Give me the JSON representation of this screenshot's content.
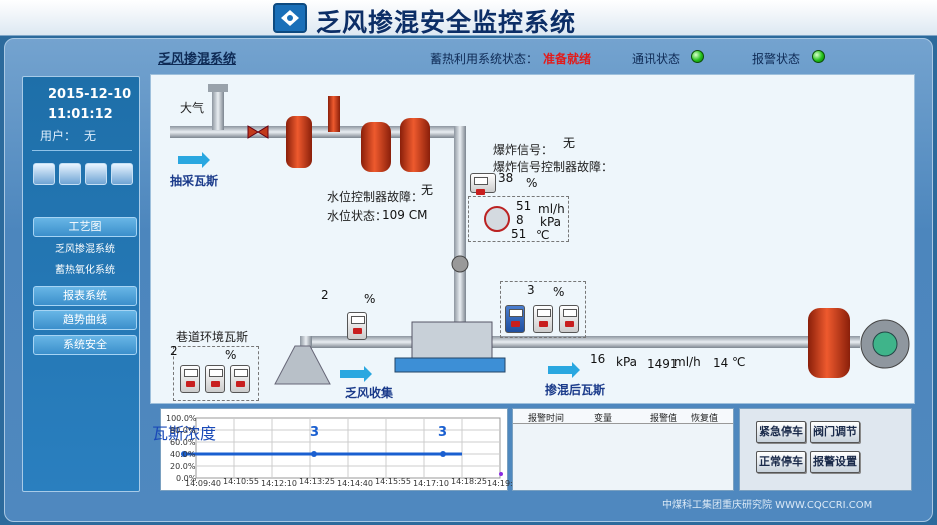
{
  "app": {
    "title": "乏风掺混安全监控系统",
    "footer": "中煤科工集团重庆研究院 WWW.CQCCRI.COM"
  },
  "header": {
    "subtitle": "乏风掺混系统",
    "heat_status_label": "蓄热利用系统状态：",
    "heat_status_value": "准备就绪",
    "comm_label": "通讯状态",
    "alarm_label": "报警状态"
  },
  "sidebar": {
    "date": "2015-12-10",
    "time": "11:01:12",
    "user_label": "用户：",
    "user_value": "无",
    "items": [
      {
        "label": "工艺图",
        "type": "button"
      },
      {
        "label": "乏风掺混系统",
        "type": "text"
      },
      {
        "label": "蓄热氧化系统",
        "type": "text"
      },
      {
        "label": "报表系统",
        "type": "button"
      },
      {
        "label": "趋势曲线",
        "type": "button"
      },
      {
        "label": "系统安全",
        "type": "button"
      }
    ]
  },
  "process": {
    "atmosphere": "大气",
    "gas_extract": "抽采瓦斯",
    "explosion_signal_label": "爆炸信号：",
    "explosion_signal_value": "无",
    "explosion_fault_label": "爆炸信号控制器故障：",
    "concentration_1": "38",
    "pct": "%",
    "water_fault_label": "水位控制器故障：",
    "water_fault_value": "无",
    "water_level_label": "水位状态：",
    "water_level_value": "109 CM",
    "flow_1": "51",
    "flow_unit": "ml/h",
    "pressure_1": "8",
    "pressure_unit": "kPa",
    "temp_1": "51",
    "temp_unit": "℃",
    "concentration_2": "2",
    "concentration_3": "3",
    "tunnel_gas_label": "巷道环境瓦斯",
    "concentration_4": "2",
    "exhaust_collect": "乏风收集",
    "mixed_gas": "掺混后瓦斯",
    "pressure_2": "16",
    "flow_2": "1491",
    "flow_unit_2": "ml/h",
    "temp_2": "14"
  },
  "trend": {
    "title": "瓦斯浓度",
    "y_ticks": [
      "100.0%",
      "80.0%",
      "60.0%",
      "40.0%",
      "20.0%",
      "0.0%"
    ],
    "x_ticks": [
      "14:09:40",
      "14:10:55",
      "14:12:10",
      "14:13:25",
      "14:14:40",
      "14:15:55",
      "14:17:10",
      "14:18:25",
      "14:19:"
    ],
    "label_a": "3",
    "label_b": "3"
  },
  "alarm_table": {
    "columns": [
      "报警时间",
      "变量",
      "报警值",
      "恢复值"
    ]
  },
  "controls": {
    "emergency_stop": "紧急停车",
    "valve_adjust": "阀门调节",
    "normal_stop": "正常停车",
    "alarm_settings": "报警设置"
  },
  "colors": {
    "accent": "#1a6fb8",
    "alarm_red": "#e21b1b",
    "led_green": "#22c11a"
  }
}
